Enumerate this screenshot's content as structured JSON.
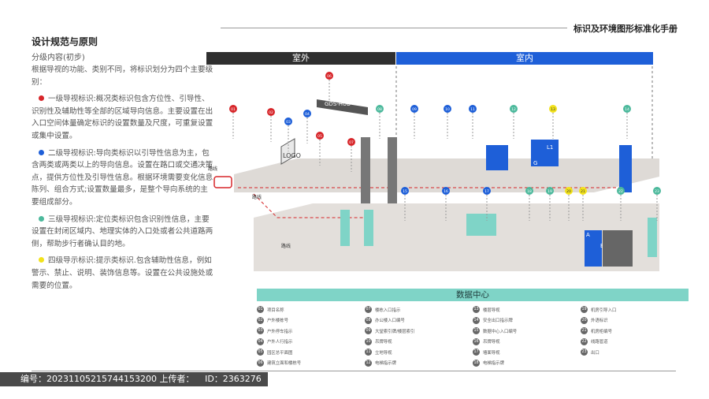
{
  "header": {
    "manual_title": "标识及环境图形标准化手册"
  },
  "left": {
    "section_title": "设计规范与原则",
    "subtitle": "分级内容(初步)",
    "intro": "根据导视的功能、类别不同，将标识划分为四个主要级别：",
    "levels": [
      {
        "color": "#d7262a",
        "text": "一级导视标识:概况类标识包含方位性、引导性、识别性及辅助性等全部的区域导向信息。主要设置在出入口空间体量确定标识的设置数量及尺度，可重复设置或集中设置。"
      },
      {
        "color": "#1e5fd8",
        "text": "二级导视标识:导向类标识以引导性信息为主，包含两类或两类以上的导向信息。设置在路口或交通决策点，提供方位性及引导性信息。根据环境需要变化信息陈列、组合方式;设置数量最多，是整个导向系统的主要组成部分。"
      },
      {
        "color": "#4cb99c",
        "text": "三级导视标识:定位类标识包含识别性信息，主要设置在封闭区域内、地理实体的入口处或者公共道路两侧，帮助步行者确认目的地。"
      },
      {
        "color": "#f2e21b",
        "text": "四级导示标识:提示类标识.包含辅助性信息，例如警示、禁止、说明、装饰信息等。设置在公共设施处或需要的位置。"
      }
    ]
  },
  "diagram": {
    "zone_outdoor": "室外",
    "zone_indoor": "室内",
    "road_label": "路线",
    "logo_text": "LOGO",
    "building_text": "GDS-HUB",
    "floor_label": "L1",
    "floor_g": "G",
    "section_a": "A",
    "section_b": "B",
    "signs": [
      {
        "n": "01",
        "c": "#d7262a"
      },
      {
        "n": "02",
        "c": "#d7262a"
      },
      {
        "n": "03",
        "c": "#1e5fd8"
      },
      {
        "n": "04",
        "c": "#1e5fd8"
      },
      {
        "n": "05",
        "c": "#d7262a"
      },
      {
        "n": "06",
        "c": "#d7262a"
      },
      {
        "n": "07",
        "c": "#d7262a"
      },
      {
        "n": "08",
        "c": "#4cb99c"
      },
      {
        "n": "09",
        "c": "#1e5fd8"
      },
      {
        "n": "10",
        "c": "#1e5fd8"
      },
      {
        "n": "11",
        "c": "#1e5fd8"
      },
      {
        "n": "12",
        "c": "#4cb99c"
      },
      {
        "n": "13",
        "c": "#f2e21b"
      },
      {
        "n": "14",
        "c": "#4cb99c"
      },
      {
        "n": "15",
        "c": "#1e5fd8"
      },
      {
        "n": "16",
        "c": "#1e5fd8"
      },
      {
        "n": "17",
        "c": "#1e5fd8"
      },
      {
        "n": "18",
        "c": "#4cb99c"
      },
      {
        "n": "19",
        "c": "#4cb99c"
      },
      {
        "n": "20",
        "c": "#f2e21b"
      },
      {
        "n": "21",
        "c": "#f2e21b"
      },
      {
        "n": "22",
        "c": "#4cb99c"
      },
      {
        "n": "23",
        "c": "#4cb99c"
      }
    ]
  },
  "datacenter": {
    "title": "数据中心",
    "legend": [
      {
        "n": "01",
        "t": "项目名称"
      },
      {
        "n": "02",
        "t": "户外楼栋号"
      },
      {
        "n": "03",
        "t": "户外停车指示"
      },
      {
        "n": "04",
        "t": "户外人行指示"
      },
      {
        "n": "05",
        "t": "园区总平面图"
      },
      {
        "n": "06",
        "t": "建筑立面和楼栋号"
      },
      {
        "n": "07",
        "t": "楼栋入口指示"
      },
      {
        "n": "08",
        "t": "办公楼入口编号"
      },
      {
        "n": "09",
        "t": "大堂索引牌/楼层索引"
      },
      {
        "n": "10",
        "t": "吊牌导视"
      },
      {
        "n": "11",
        "t": "立地导视"
      },
      {
        "n": "12",
        "t": "电梯指示牌"
      },
      {
        "n": "13",
        "t": "楼层导视"
      },
      {
        "n": "14",
        "t": "安全出口指示牌"
      },
      {
        "n": "15",
        "t": "数据中心入口编号"
      },
      {
        "n": "16",
        "t": "吊牌导视"
      },
      {
        "n": "17",
        "t": "墙面导视"
      },
      {
        "n": "18",
        "t": "电梯指示牌"
      },
      {
        "n": "19",
        "t": "机房引导入口"
      },
      {
        "n": "20",
        "t": "外语标识"
      },
      {
        "n": "21",
        "t": "机房柜编号"
      },
      {
        "n": "22",
        "t": "线路管道"
      },
      {
        "n": "23",
        "t": "出口"
      }
    ]
  },
  "watermark": {
    "text": "编号：20231105215744153200  上传者：ㅤ  ID：2363276"
  }
}
